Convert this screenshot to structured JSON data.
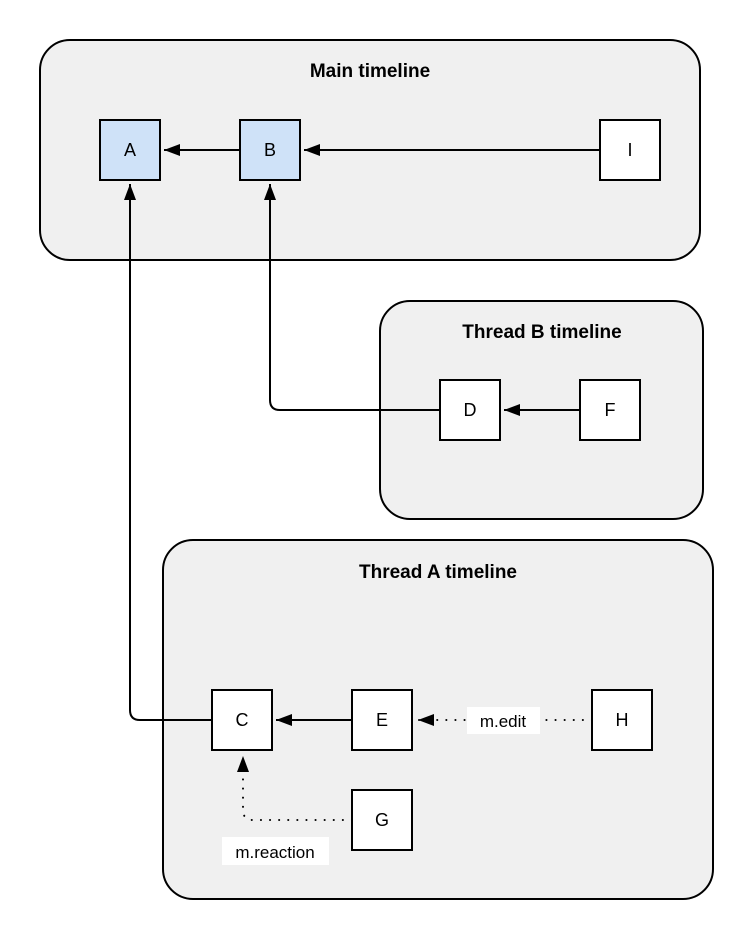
{
  "diagram": {
    "type": "event-graph",
    "description": "Matrix-style thread timelines DAG"
  },
  "groups": [
    {
      "id": "main-timeline",
      "label": "Main timeline"
    },
    {
      "id": "thread-b-timeline",
      "label": "Thread B timeline"
    },
    {
      "id": "thread-a-timeline",
      "label": "Thread A timeline"
    }
  ],
  "nodes": [
    {
      "id": "A",
      "label": "A",
      "group": "main-timeline",
      "highlighted": true
    },
    {
      "id": "B",
      "label": "B",
      "group": "main-timeline",
      "highlighted": true
    },
    {
      "id": "I",
      "label": "I",
      "group": "main-timeline",
      "highlighted": false
    },
    {
      "id": "D",
      "label": "D",
      "group": "thread-b-timeline",
      "highlighted": false
    },
    {
      "id": "F",
      "label": "F",
      "group": "thread-b-timeline",
      "highlighted": false
    },
    {
      "id": "C",
      "label": "C",
      "group": "thread-a-timeline",
      "highlighted": false
    },
    {
      "id": "E",
      "label": "E",
      "group": "thread-a-timeline",
      "highlighted": false
    },
    {
      "id": "H",
      "label": "H",
      "group": "thread-a-timeline",
      "highlighted": false
    },
    {
      "id": "G",
      "label": "G",
      "group": "thread-a-timeline",
      "highlighted": false
    }
  ],
  "edges": [
    {
      "from": "B",
      "to": "A",
      "style": "solid",
      "label": ""
    },
    {
      "from": "I",
      "to": "B",
      "style": "solid",
      "label": ""
    },
    {
      "from": "F",
      "to": "D",
      "style": "solid",
      "label": ""
    },
    {
      "from": "D",
      "to": "B",
      "style": "solid",
      "label": ""
    },
    {
      "from": "E",
      "to": "C",
      "style": "solid",
      "label": ""
    },
    {
      "from": "C",
      "to": "A",
      "style": "solid",
      "label": ""
    },
    {
      "from": "H",
      "to": "E",
      "style": "dotted",
      "label": "m.edit"
    },
    {
      "from": "G",
      "to": "C",
      "style": "dotted",
      "label": "m.reaction"
    }
  ],
  "colors": {
    "canvas_bg": "#ffffff",
    "group_fill": "#f0f0f0",
    "group_stroke": "#000000",
    "node_fill": "#ffffff",
    "node_fill_highlight": "#cfe2f8",
    "node_stroke": "#000000",
    "edge_stroke": "#000000",
    "edge_label_bg": "#ffffff",
    "text_color": "#000000"
  }
}
